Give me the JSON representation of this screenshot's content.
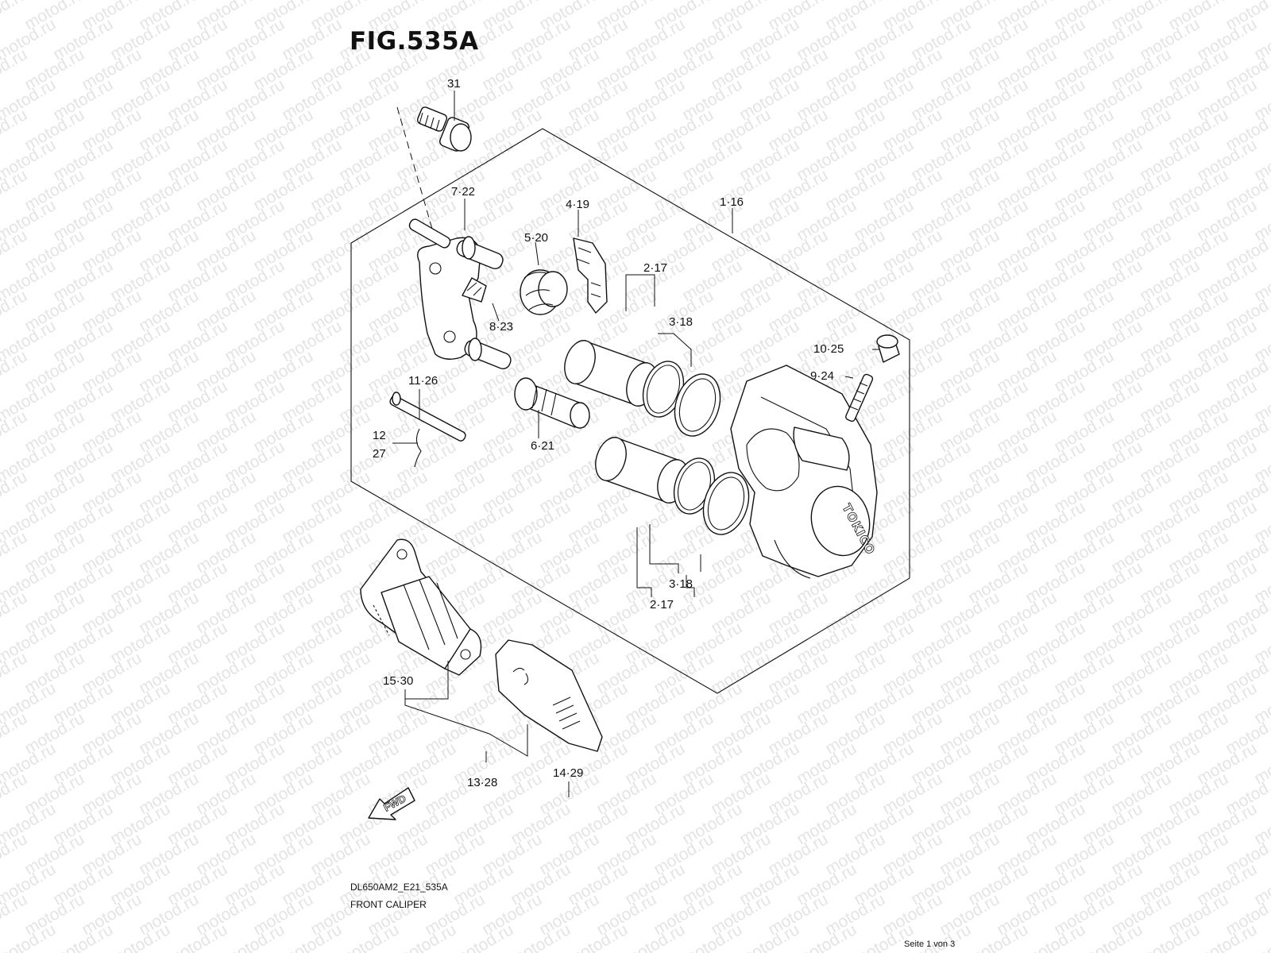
{
  "figure": {
    "title": "FIG.535A",
    "model_code": "DL650AM2_E21_535A",
    "caption": "FRONT CALIPER",
    "page_indicator": "Seite 1 von 3",
    "watermark": "motod.ru",
    "brand_mark": "TOKICO",
    "direction_label": "FWD"
  },
  "callouts": [
    {
      "id": "c31",
      "text": "31"
    },
    {
      "id": "c7",
      "text": "7·22"
    },
    {
      "id": "c5",
      "text": "5·20"
    },
    {
      "id": "c4",
      "text": "4·19"
    },
    {
      "id": "c1",
      "text": "1·16"
    },
    {
      "id": "c2a",
      "text": "2·17"
    },
    {
      "id": "c3a",
      "text": "3·18"
    },
    {
      "id": "c8",
      "text": "8·23"
    },
    {
      "id": "c10",
      "text": "10·25"
    },
    {
      "id": "c9",
      "text": "9·24"
    },
    {
      "id": "c11",
      "text": "11·26"
    },
    {
      "id": "c12",
      "text": "12"
    },
    {
      "id": "c27",
      "text": "27"
    },
    {
      "id": "c6",
      "text": "6·21"
    },
    {
      "id": "c3b",
      "text": "3·18"
    },
    {
      "id": "c2b",
      "text": "2·17"
    },
    {
      "id": "c15",
      "text": "15·30"
    },
    {
      "id": "c14",
      "text": "14·29"
    },
    {
      "id": "c13",
      "text": "13·28"
    }
  ]
}
